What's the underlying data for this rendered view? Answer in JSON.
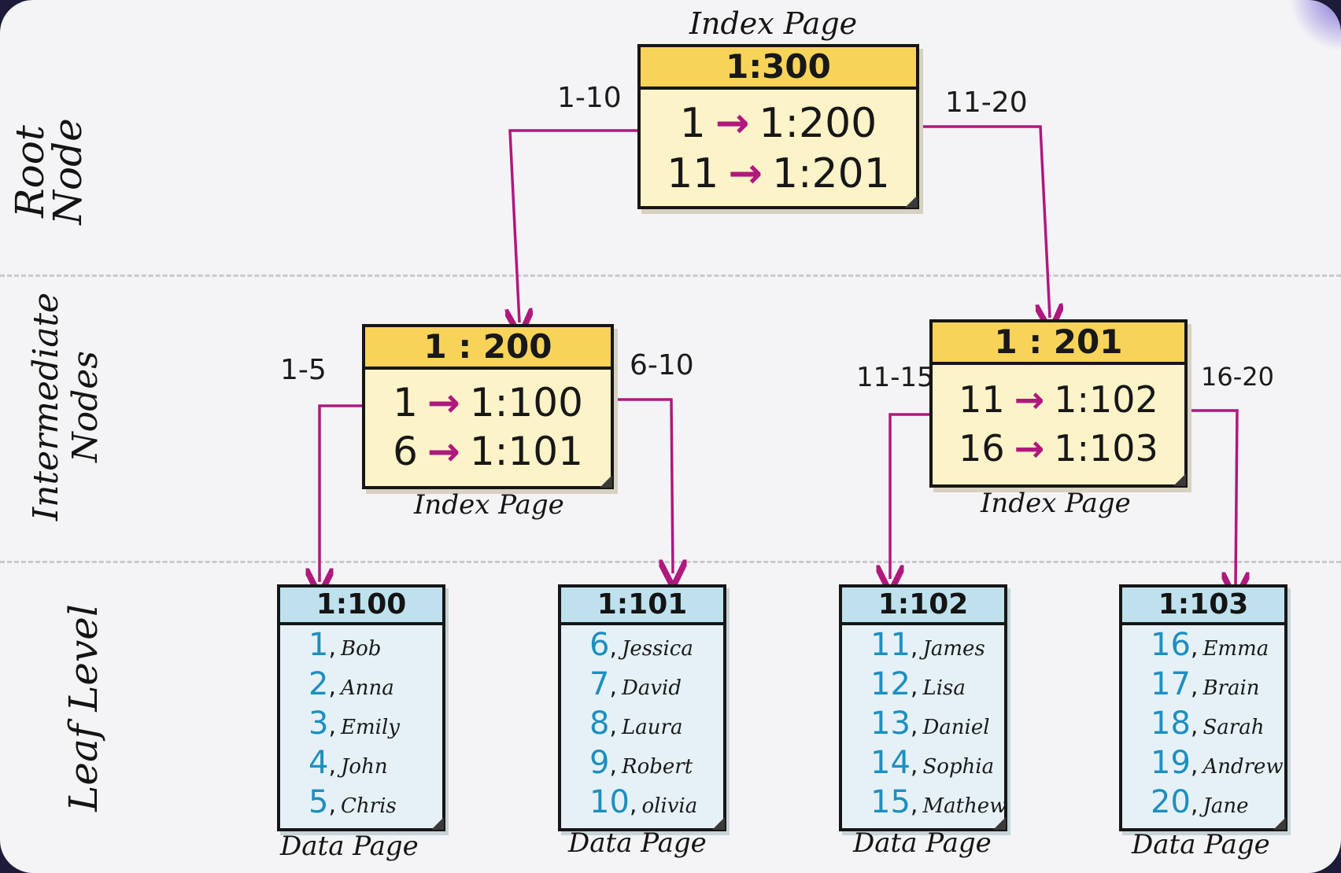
{
  "levels": {
    "root": "Root\nNode",
    "intermediate": "Intermediate\nNodes",
    "leaf": "Leaf Level"
  },
  "root_page": {
    "caption": "Index Page",
    "id": "1:300",
    "entries": [
      {
        "key": "1",
        "pointer": "1:200"
      },
      {
        "key": "11",
        "pointer": "1:201"
      }
    ],
    "left_range": "1-10",
    "right_range": "11-20"
  },
  "intermediate_pages": [
    {
      "caption": "Index Page",
      "id": "1 : 200",
      "entries": [
        {
          "key": "1",
          "pointer": "1:100"
        },
        {
          "key": "6",
          "pointer": "1:101"
        }
      ],
      "left_range": "1-5",
      "right_range": "6-10"
    },
    {
      "caption": "Index Page",
      "id": "1 : 201",
      "entries": [
        {
          "key": "11",
          "pointer": "1:102"
        },
        {
          "key": "16",
          "pointer": "1:103"
        }
      ],
      "left_range": "11-15",
      "right_range": "16-20"
    }
  ],
  "data_pages": [
    {
      "id": "1:100",
      "caption": "Data Page",
      "records": [
        {
          "id": "1",
          "name": "Bob"
        },
        {
          "id": "2",
          "name": "Anna"
        },
        {
          "id": "3",
          "name": "Emily"
        },
        {
          "id": "4",
          "name": "John"
        },
        {
          "id": "5",
          "name": "Chris"
        }
      ]
    },
    {
      "id": "1:101",
      "caption": "Data Page",
      "records": [
        {
          "id": "6",
          "name": "Jessica"
        },
        {
          "id": "7",
          "name": "David"
        },
        {
          "id": "8",
          "name": "Laura"
        },
        {
          "id": "9",
          "name": "Robert"
        },
        {
          "id": "10",
          "name": "olivia"
        }
      ]
    },
    {
      "id": "1:102",
      "caption": "Data Page",
      "records": [
        {
          "id": "11",
          "name": "James"
        },
        {
          "id": "12",
          "name": "Lisa"
        },
        {
          "id": "13",
          "name": "Daniel"
        },
        {
          "id": "14",
          "name": "Sophia"
        },
        {
          "id": "15",
          "name": "Mathew"
        }
      ]
    },
    {
      "id": "1:103",
      "caption": "Data Page",
      "records": [
        {
          "id": "16",
          "name": "Emma"
        },
        {
          "id": "17",
          "name": "Brain"
        },
        {
          "id": "18",
          "name": "Sarah"
        },
        {
          "id": "19",
          "name": "Andrew"
        },
        {
          "id": "20",
          "name": "Jane"
        }
      ]
    }
  ],
  "colors": {
    "index_header": "#f7d35a",
    "index_body": "#fcf3c8",
    "data_header": "#bfe1ee",
    "data_body": "#e6f1f7",
    "record_id": "#1d8fc0",
    "link": "#b0187e"
  }
}
